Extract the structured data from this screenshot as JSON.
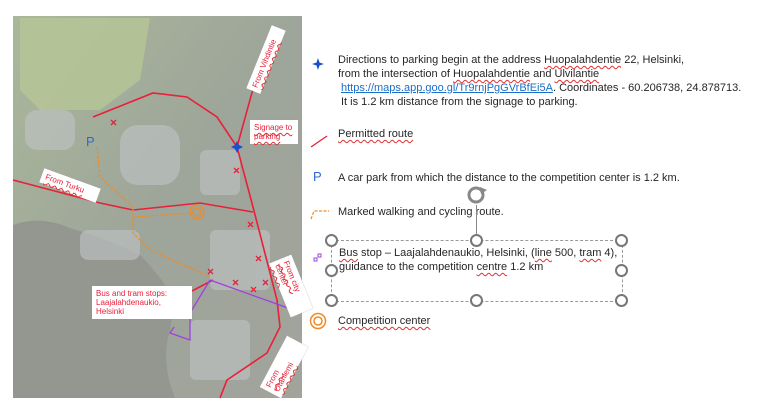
{
  "map": {
    "labels": {
      "from_vihdintie": "From Vihdintie",
      "signage": "Signage to parking",
      "from_turku": "From Turku",
      "bus_tram": "Bus and tram stops: Laajalahdenaukio, Helsinki",
      "from_city_center": "From city center",
      "from_otaniemi": "From Otaniemi",
      "parking_marker": "P"
    },
    "colors": {
      "route": "#e8203a",
      "walk": "#f08a24",
      "bus": "#a040e0",
      "start": "#1a4fd0"
    }
  },
  "legend": {
    "directions": {
      "line1_pre": "Directions to parking begin at the address ",
      "line1_addr": "Huopalahdentie",
      "line1_post": " 22, Helsinki,",
      "line2_pre": "from the intersection of ",
      "line2_a": "Huopalahdentie",
      "line2_mid": " and ",
      "line2_b": "Ulvilantie",
      "link": "https://maps.app.goo.gl/Tr9rnjPgGVrBfEi5A",
      "coords": ". Coordinates - 60.206738, 24.878713.",
      "line4": "It is 1.2 km distance from the signage to parking."
    },
    "permitted": "Permitted route",
    "car_park_icon": "P",
    "car_park": "A car park from which the distance to the competition center is 1.2 km.",
    "walking": "Marked walking and cycling route.",
    "bus_line1_a": "Bus",
    "bus_line1_b": " stop – Laajalahdenaukio, Helsinki, (",
    "bus_line1_c": "line",
    "bus_line1_d": " 500, ",
    "bus_line1_e": "tram",
    "bus_line1_f": " 4),",
    "bus_line2_a": "guidance to the competition ",
    "bus_line2_b": "centre",
    "bus_line2_c": " 1.2 km",
    "competition": "Competition center"
  }
}
